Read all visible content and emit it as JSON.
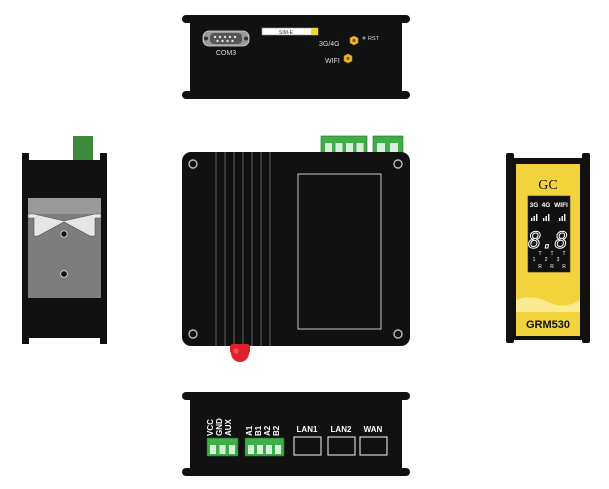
{
  "top_panel": {
    "com_label": "COM3",
    "sim_label": "SIM-E",
    "ant_3g4g_label": "3G/4G",
    "rst_label": "RST",
    "wifi_label": "WIFI"
  },
  "front_panel": {
    "brand": "GC",
    "ind_3g": "3G",
    "ind_4g": "4G",
    "ind_wifi": "WIFI",
    "model": "GRM530",
    "digits": "8.8",
    "t1_label": "T",
    "t2_label": "T",
    "t3_label": "T",
    "n1": "1",
    "n2": "2",
    "n3": "3",
    "r1": "R",
    "r2": "R",
    "r3": "R"
  },
  "bottom_panel": {
    "terminals_left": [
      "VCC",
      "GND",
      "AUX"
    ],
    "terminals_right": [
      "A1",
      "B1",
      "A2",
      "B2"
    ],
    "lan1_label": "LAN1",
    "lan2_label": "LAN2",
    "wan_label": "WAN"
  },
  "colors": {
    "body": "#111111",
    "terminal_green": "#3fae4a",
    "antenna_gold": "#e8b830",
    "front_gold": "#f2d33c",
    "led_red": "#e0202a",
    "bracket_gray": "#8a8a8a"
  }
}
